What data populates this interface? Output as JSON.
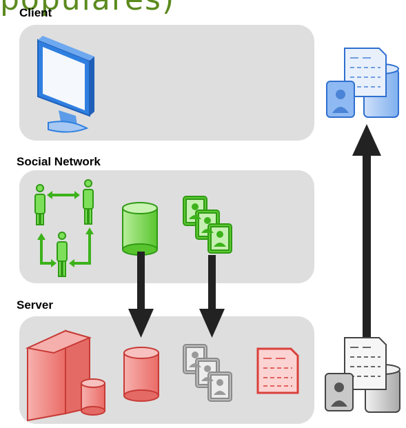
{
  "top_fragment": "populares)",
  "layers": {
    "client": {
      "label": "Client"
    },
    "social": {
      "label": "Social Network"
    },
    "server": {
      "label": "Server"
    }
  },
  "colors": {
    "client_blue": "#5b9be8",
    "social_green": "#3cb21a",
    "server_red": "#e0534f",
    "neutral_gray": "#9a9a9a",
    "arrow": "#222222",
    "layer_bg": "#dedede"
  },
  "icons": {
    "client": [
      "monitor-icon",
      "profile-document-database-icon"
    ],
    "social": [
      "people-network-icon",
      "database-icon",
      "profile-cards-icon"
    ],
    "server": [
      "server-icon",
      "database-icon",
      "profile-cards-icon",
      "document-icon",
      "profile-document-database-icon"
    ]
  }
}
